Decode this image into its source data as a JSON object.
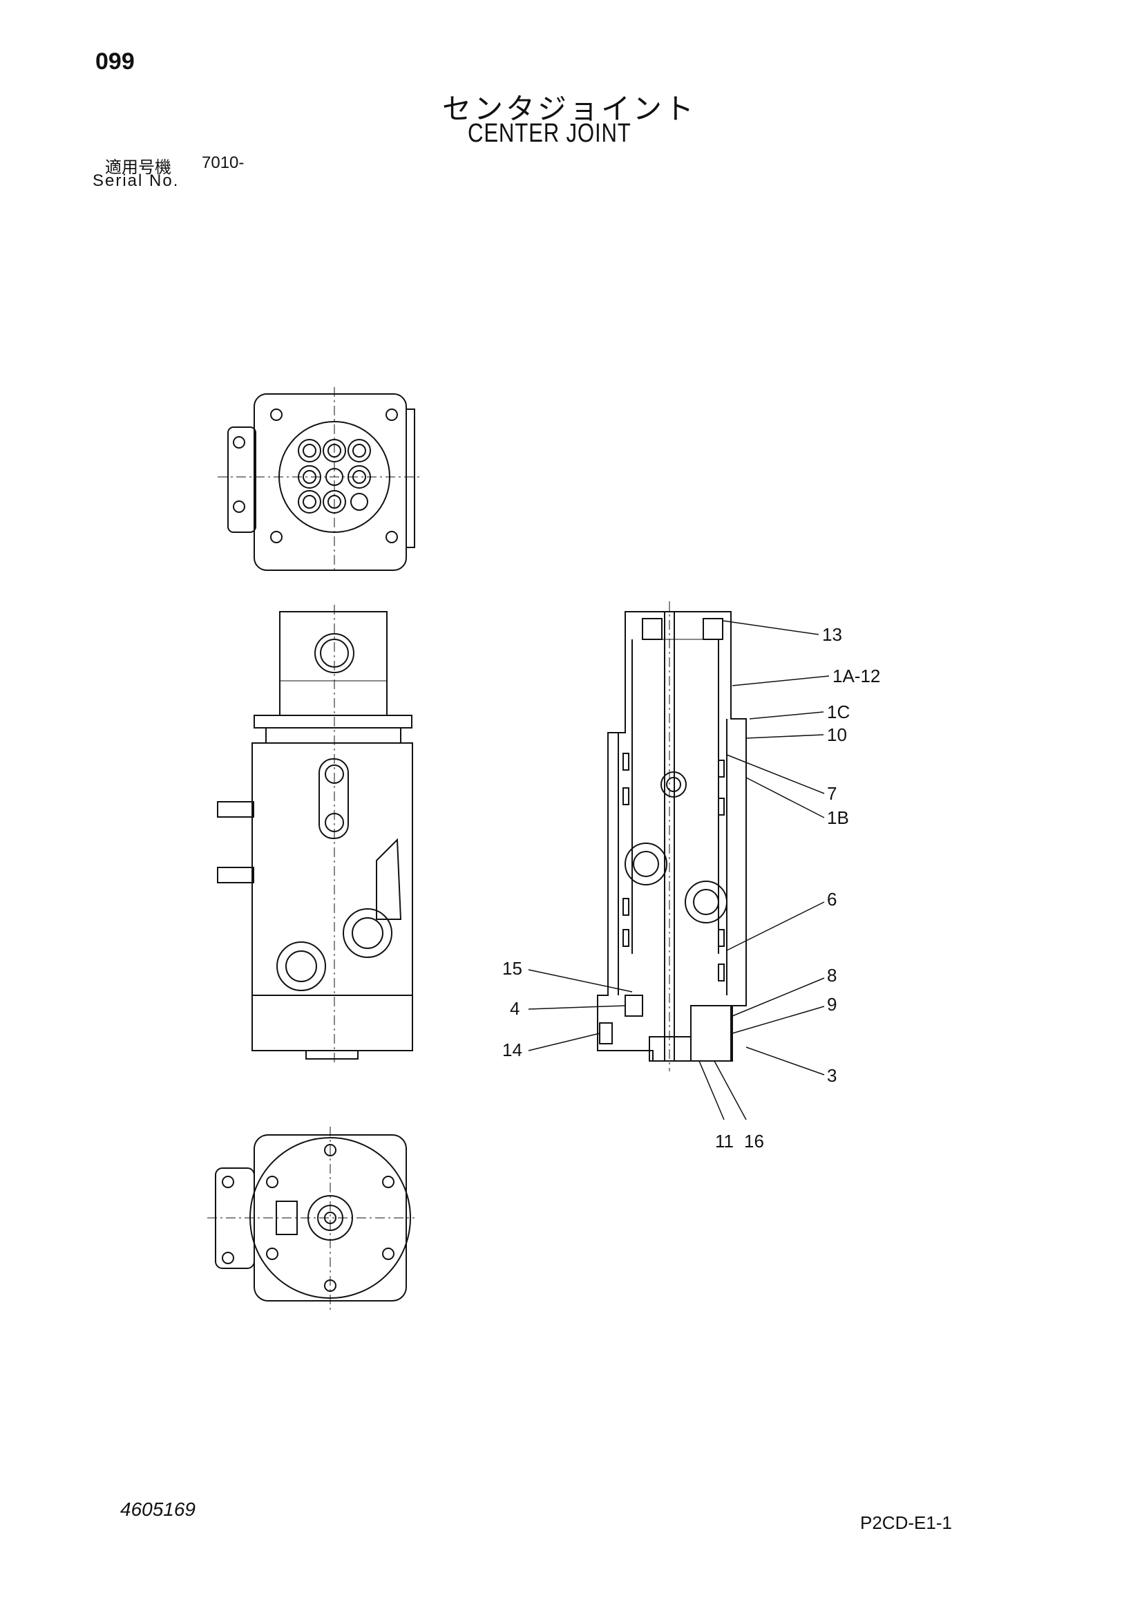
{
  "header": {
    "page_number": "099",
    "title_jp": "センタジョイント",
    "title_en": "CENTER JOINT",
    "serial_label_jp": "適用号機",
    "serial_value": "7010-",
    "serial_label_en": "Serial No."
  },
  "footer": {
    "document_number": "4605169",
    "page_code": "P2CD-E1-1"
  },
  "callouts": {
    "c13": "13",
    "c1a12": "1A-12",
    "c1c": "1C",
    "c10": "10",
    "c7": "7",
    "c1b": "1B",
    "c6": "6",
    "c8": "8",
    "c9": "9",
    "c3": "3",
    "c15": "15",
    "c4": "4",
    "c14": "14",
    "c11": "11",
    "c16": "16"
  }
}
